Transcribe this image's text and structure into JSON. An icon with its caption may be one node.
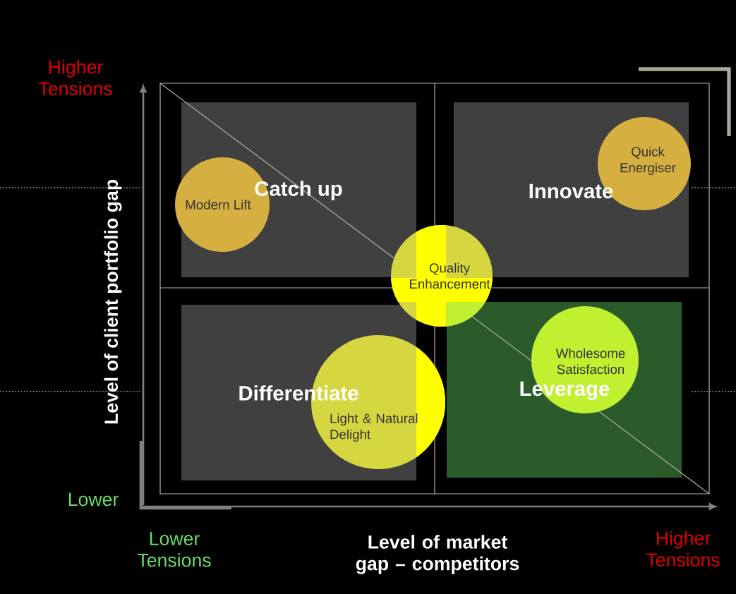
{
  "diagram": {
    "nodes": [
      {
        "text": [
          "Catch up"
        ]
      },
      {
        "text": [
          "Innovate"
        ]
      },
      {
        "text": [
          "Differentiate"
        ]
      },
      {
        "text": [
          "Leverage"
        ]
      },
      {
        "text": [
          "Modern Lift"
        ]
      },
      {
        "text": [
          "Quick Energiser"
        ]
      },
      {
        "text": [
          "Quality Enhancement"
        ]
      },
      {
        "text": [
          "Light & Natural Delight"
        ]
      },
      {
        "text": [
          "Wholesome Satisfaction"
        ]
      }
    ],
    "labels": [
      "Higher Tensions",
      "Level of client portfolio gap",
      "Lower",
      "Lower Tensions",
      "Level of market gap – competitors",
      "Higher Tensions"
    ]
  }
}
